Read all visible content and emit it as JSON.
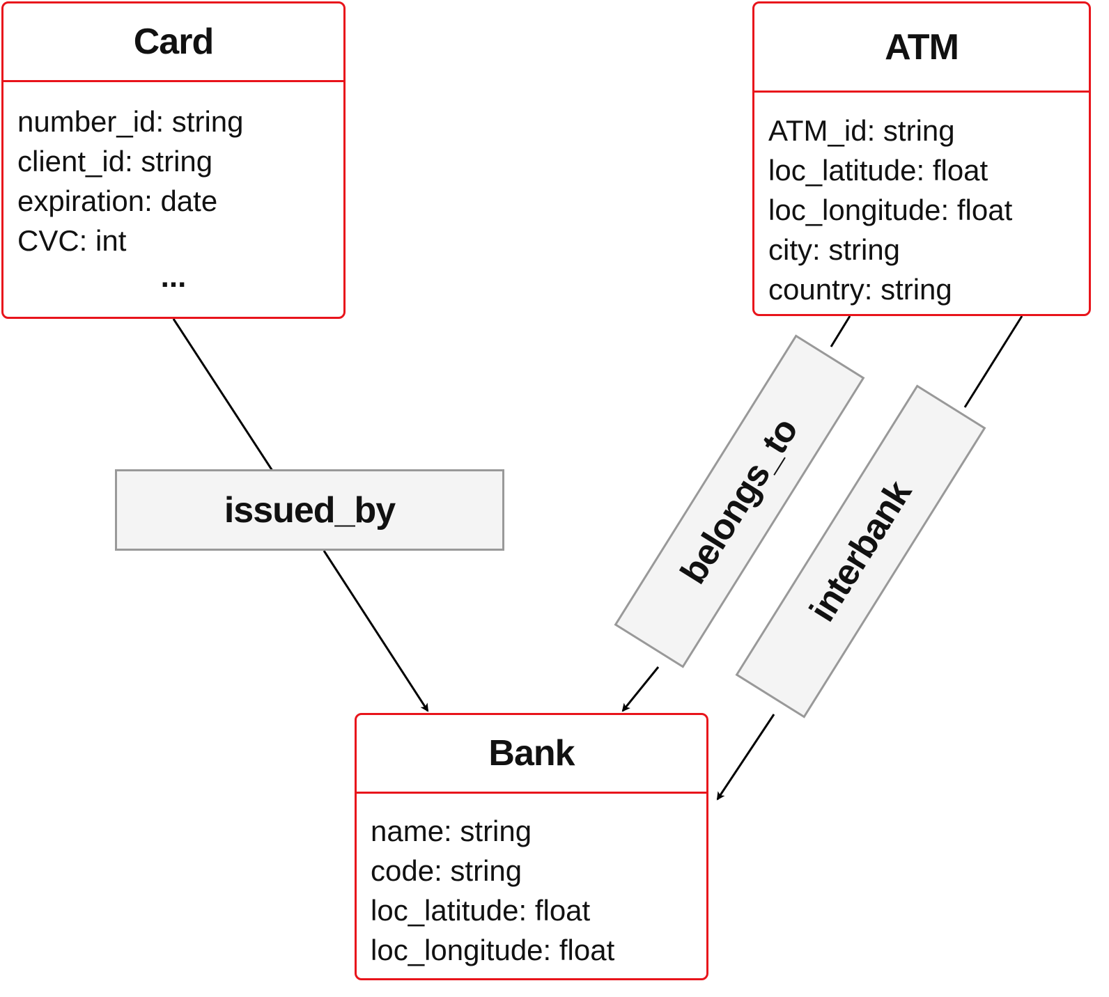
{
  "entities": {
    "card": {
      "title": "Card",
      "attributes": [
        "number_id: string",
        "client_id: string",
        "expiration: date",
        "CVC: int"
      ],
      "ellipsis": "..."
    },
    "atm": {
      "title": "ATM",
      "attributes": [
        "ATM_id: string",
        "loc_latitude: float",
        "loc_longitude: float",
        "city: string",
        "country: string"
      ]
    },
    "bank": {
      "title": "Bank",
      "attributes": [
        "name: string",
        "code: string",
        "loc_latitude: float",
        "loc_longitude: float"
      ]
    }
  },
  "relationships": {
    "issued_by": {
      "label": "issued_by",
      "from": "Card",
      "to": "Bank"
    },
    "belongs_to": {
      "label": "belongs_to",
      "from": "ATM",
      "to": "Bank"
    },
    "interbank": {
      "label": "interbank",
      "from": "ATM",
      "to": "Bank"
    }
  },
  "colors": {
    "entity_border": "#e8141b",
    "relationship_border": "#999999",
    "relationship_fill": "#f4f4f4",
    "edge": "#000000"
  }
}
